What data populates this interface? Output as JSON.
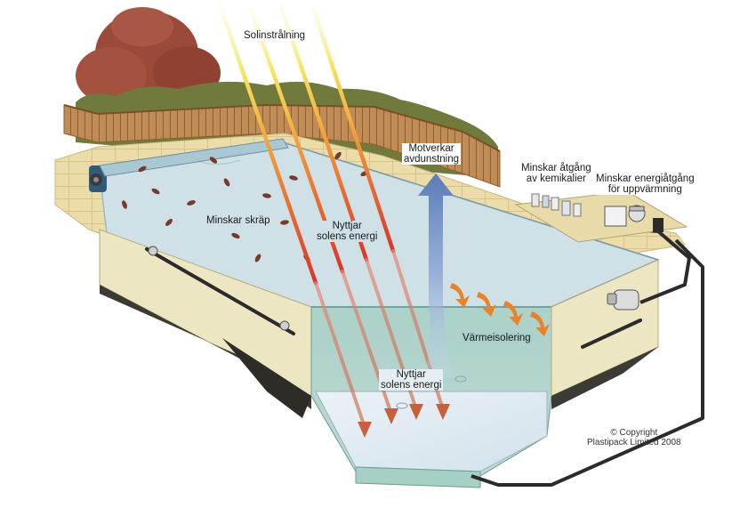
{
  "labels": {
    "solar_radiation": "Solinstrålning",
    "reduces_evaporation_line1": "Motverkar",
    "reduces_evaporation_line2": "avdunstning",
    "reduces_chemicals_line1": "Minskar åtgång",
    "reduces_chemicals_line2": "av kemikalier",
    "reduces_heating_line1": "Minskar energiåtgång",
    "reduces_heating_line2": "för uppvärmning",
    "reduces_debris": "Minskar skräp",
    "uses_solar_top_line1": "Nyttjar",
    "uses_solar_top_line2": "solens energi",
    "uses_solar_bottom_line1": "Nyttjar",
    "uses_solar_bottom_line2": "solens energi",
    "heat_insulation": "Värmeisolering"
  },
  "copyright": {
    "line1": "© Copyright",
    "line2": "Plastipack Limited 2008"
  },
  "colors": {
    "fence": "#b5834f",
    "hedge": "#6f7a3c",
    "tree": "#9a4a38",
    "deck": "#e8d9a6",
    "cover": "#cfe1e6",
    "water": "#a8cfc8",
    "wall": "#ede6c2",
    "ray_top": "#f6e25a",
    "ray_mid": "#e0432c",
    "evaporation_arrow": "#5a7bb8",
    "heat_arrow": "#e8832a",
    "pipe": "#2b2b2b"
  }
}
